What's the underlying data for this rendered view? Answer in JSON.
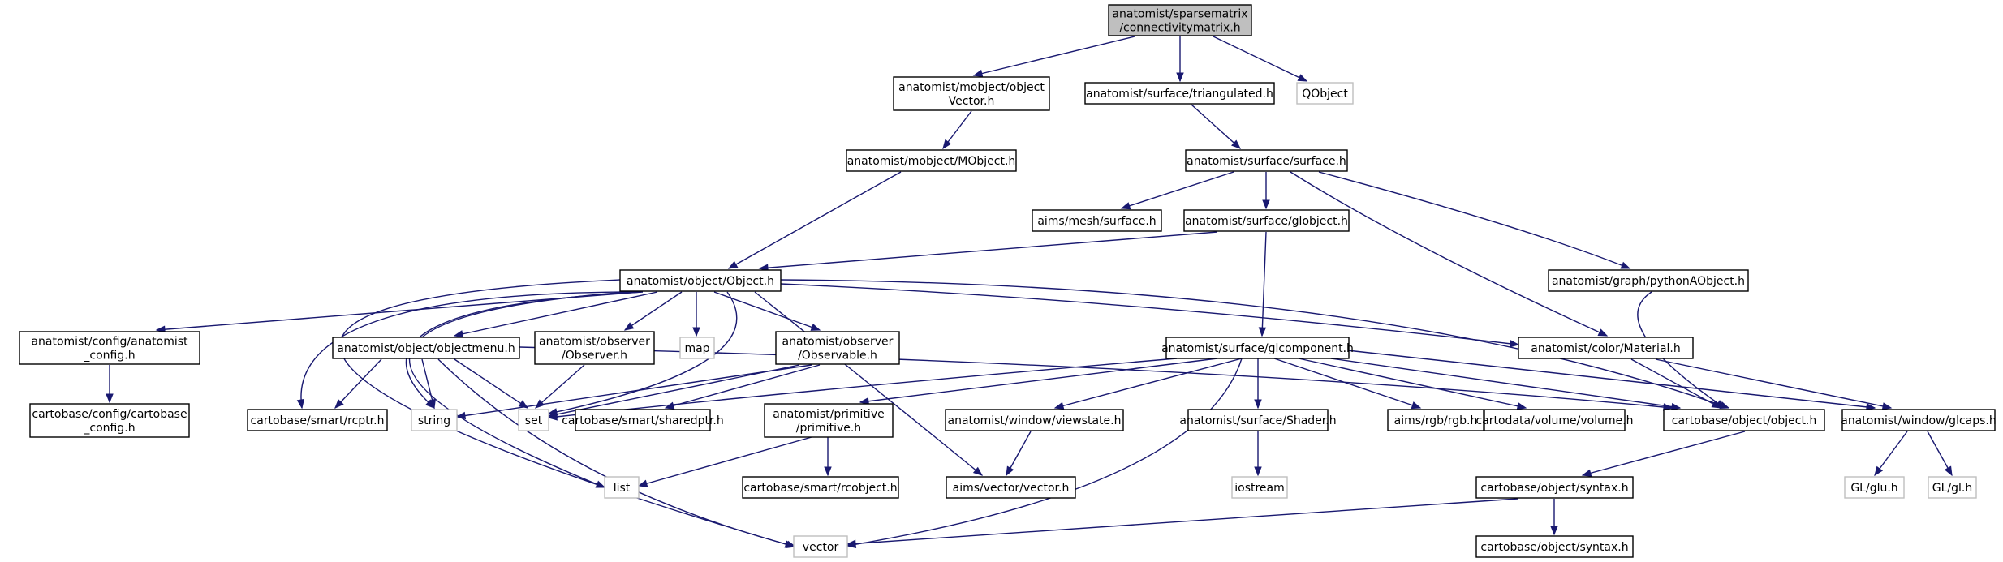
{
  "colors": {
    "edge": "#191970",
    "box_border": "#000000",
    "external_border": "#bfbfbf",
    "root_fill": "#bfbfbf",
    "text": "#000000",
    "background": "#ffffff"
  },
  "nodes": [
    {
      "id": "n0",
      "lines": [
        "anatomist/sparsematrix",
        "/connectivitymatrix.h"
      ],
      "kind": "root"
    },
    {
      "id": "n1",
      "lines": [
        "anatomist/mobject/object",
        "Vector.h"
      ],
      "kind": "header"
    },
    {
      "id": "n2",
      "lines": [
        "anatomist/surface/triangulated.h"
      ],
      "kind": "header"
    },
    {
      "id": "n3",
      "lines": [
        "QObject"
      ],
      "kind": "external"
    },
    {
      "id": "n4",
      "lines": [
        "anatomist/mobject/MObject.h"
      ],
      "kind": "header"
    },
    {
      "id": "n5",
      "lines": [
        "anatomist/surface/surface.h"
      ],
      "kind": "header"
    },
    {
      "id": "n6",
      "lines": [
        "aims/mesh/surface.h"
      ],
      "kind": "header"
    },
    {
      "id": "n7",
      "lines": [
        "anatomist/surface/globject.h"
      ],
      "kind": "header"
    },
    {
      "id": "n8",
      "lines": [
        "anatomist/graph/pythonAObject.h"
      ],
      "kind": "header"
    },
    {
      "id": "n9",
      "lines": [
        "anatomist/object/Object.h"
      ],
      "kind": "header"
    },
    {
      "id": "n10",
      "lines": [
        "anatomist/config/anatomist",
        "_config.h"
      ],
      "kind": "header"
    },
    {
      "id": "n11",
      "lines": [
        "anatomist/object/objectmenu.h"
      ],
      "kind": "header"
    },
    {
      "id": "n12",
      "lines": [
        "anatomist/observer",
        "/Observer.h"
      ],
      "kind": "header"
    },
    {
      "id": "n13",
      "lines": [
        "map"
      ],
      "kind": "external"
    },
    {
      "id": "n14",
      "lines": [
        "anatomist/observer",
        "/Observable.h"
      ],
      "kind": "header"
    },
    {
      "id": "n15",
      "lines": [
        "anatomist/surface/glcomponent.h"
      ],
      "kind": "header"
    },
    {
      "id": "n16",
      "lines": [
        "anatomist/color/Material.h"
      ],
      "kind": "header"
    },
    {
      "id": "n17",
      "lines": [
        "cartobase/config/cartobase",
        "_config.h"
      ],
      "kind": "header"
    },
    {
      "id": "n18",
      "lines": [
        "cartobase/smart/rcptr.h"
      ],
      "kind": "header"
    },
    {
      "id": "n19",
      "lines": [
        "string"
      ],
      "kind": "external"
    },
    {
      "id": "n20",
      "lines": [
        "set"
      ],
      "kind": "external"
    },
    {
      "id": "n21",
      "lines": [
        "cartobase/smart/sharedptr.h"
      ],
      "kind": "header"
    },
    {
      "id": "n22",
      "lines": [
        "anatomist/primitive",
        "/primitive.h"
      ],
      "kind": "header"
    },
    {
      "id": "n23",
      "lines": [
        "anatomist/window/viewstate.h"
      ],
      "kind": "header"
    },
    {
      "id": "n24",
      "lines": [
        "anatomist/surface/Shader.h"
      ],
      "kind": "header"
    },
    {
      "id": "n25",
      "lines": [
        "aims/rgb/rgb.h"
      ],
      "kind": "header"
    },
    {
      "id": "n26",
      "lines": [
        "cartodata/volume/volume.h"
      ],
      "kind": "header"
    },
    {
      "id": "n27",
      "lines": [
        "cartobase/object/object.h"
      ],
      "kind": "header"
    },
    {
      "id": "n28",
      "lines": [
        "anatomist/window/glcaps.h"
      ],
      "kind": "header"
    },
    {
      "id": "n29",
      "lines": [
        "list"
      ],
      "kind": "external"
    },
    {
      "id": "n30",
      "lines": [
        "cartobase/smart/rcobject.h"
      ],
      "kind": "header"
    },
    {
      "id": "n31",
      "lines": [
        "aims/vector/vector.h"
      ],
      "kind": "header"
    },
    {
      "id": "n32",
      "lines": [
        "iostream"
      ],
      "kind": "external"
    },
    {
      "id": "n33",
      "lines": [
        "cartobase/object/syntax.h"
      ],
      "kind": "header"
    },
    {
      "id": "n34",
      "lines": [
        "GL/glu.h"
      ],
      "kind": "external"
    },
    {
      "id": "n35",
      "lines": [
        "GL/gl.h"
      ],
      "kind": "external"
    },
    {
      "id": "n36",
      "lines": [
        "vector"
      ],
      "kind": "external"
    },
    {
      "id": "n37",
      "lines": [
        "cartobase/object/syntax.h"
      ],
      "kind": "header"
    }
  ],
  "edges": [
    {
      "from": "n0",
      "to": "n1"
    },
    {
      "from": "n0",
      "to": "n2"
    },
    {
      "from": "n0",
      "to": "n3"
    },
    {
      "from": "n1",
      "to": "n4"
    },
    {
      "from": "n4",
      "to": "n9"
    },
    {
      "from": "n2",
      "to": "n5"
    },
    {
      "from": "n5",
      "to": "n6"
    },
    {
      "from": "n5",
      "to": "n7"
    },
    {
      "from": "n5",
      "to": "n16"
    },
    {
      "from": "n5",
      "to": "n8"
    },
    {
      "from": "n7",
      "to": "n9"
    },
    {
      "from": "n7",
      "to": "n15"
    },
    {
      "from": "n8",
      "to": "n27"
    },
    {
      "from": "n9",
      "to": "n10"
    },
    {
      "from": "n9",
      "to": "n11"
    },
    {
      "from": "n9",
      "to": "n12"
    },
    {
      "from": "n9",
      "to": "n13"
    },
    {
      "from": "n9",
      "to": "n14"
    },
    {
      "from": "n9",
      "to": "n16"
    },
    {
      "from": "n9",
      "to": "n18"
    },
    {
      "from": "n9",
      "to": "n19"
    },
    {
      "from": "n9",
      "to": "n20"
    },
    {
      "from": "n9",
      "to": "n27"
    },
    {
      "from": "n9",
      "to": "n29"
    },
    {
      "from": "n9",
      "to": "n31"
    },
    {
      "from": "n9",
      "to": "n36"
    },
    {
      "from": "n10",
      "to": "n17"
    },
    {
      "from": "n11",
      "to": "n18"
    },
    {
      "from": "n11",
      "to": "n19"
    },
    {
      "from": "n11",
      "to": "n20"
    },
    {
      "from": "n11",
      "to": "n27"
    },
    {
      "from": "n11",
      "to": "n36"
    },
    {
      "from": "n12",
      "to": "n20"
    },
    {
      "from": "n14",
      "to": "n19"
    },
    {
      "from": "n14",
      "to": "n20"
    },
    {
      "from": "n14",
      "to": "n21"
    },
    {
      "from": "n15",
      "to": "n20"
    },
    {
      "from": "n15",
      "to": "n22"
    },
    {
      "from": "n15",
      "to": "n23"
    },
    {
      "from": "n15",
      "to": "n24"
    },
    {
      "from": "n15",
      "to": "n25"
    },
    {
      "from": "n15",
      "to": "n26"
    },
    {
      "from": "n15",
      "to": "n27"
    },
    {
      "from": "n15",
      "to": "n28"
    },
    {
      "from": "n15",
      "to": "n36"
    },
    {
      "from": "n16",
      "to": "n27"
    },
    {
      "from": "n16",
      "to": "n28"
    },
    {
      "from": "n22",
      "to": "n29"
    },
    {
      "from": "n22",
      "to": "n30"
    },
    {
      "from": "n23",
      "to": "n31"
    },
    {
      "from": "n24",
      "to": "n32"
    },
    {
      "from": "n27",
      "to": "n33"
    },
    {
      "from": "n28",
      "to": "n34"
    },
    {
      "from": "n28",
      "to": "n35"
    },
    {
      "from": "n33",
      "to": "n36"
    },
    {
      "from": "n33",
      "to": "n37"
    }
  ]
}
